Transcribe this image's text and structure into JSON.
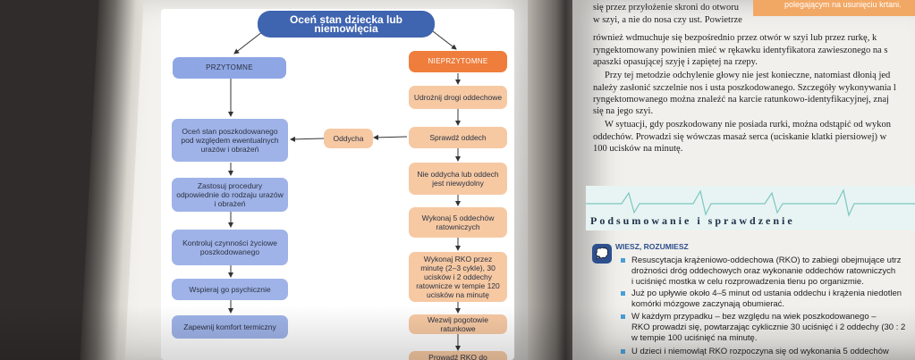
{
  "flowchart": {
    "title": "Oceń stan dziecka lub niemowlęcia",
    "left_branch": {
      "header": "PRZYTOMNE",
      "steps": [
        "Oceń stan poszkodowanego pod względem ewentualnych urazów i obrażeń",
        "Zastosuj procedury odpowiednie do rodzaju urazów i obrażeń",
        "Kontroluj czynności życiowe poszkodowanego",
        "Wspieraj go psychicznie",
        "Zapewnij komfort termiczny"
      ]
    },
    "right_branch": {
      "header": "NIEPRZYTOMNE",
      "steps": [
        "Udrożnij drogi oddechowe",
        "Sprawdź oddech",
        "Nie oddycha lub oddech jest niewydolny",
        "Wykonaj 5 oddechów ratowniczych",
        "Wykonaj RKO przez minutę (2–3 cykle), 30 ucisków i 2 oddechy ratownicze w tempie 120 ucisków na minutę",
        "Wezwij pogotowie ratunkowe",
        "Prowadź RKO do momentu"
      ]
    },
    "side_box": "Oddycha"
  },
  "right_page": {
    "callout": "polegającym na usunięciu krtani.",
    "paragraphs": [
      "się przez przyłożenie skroni do otworu",
      "w szyi, a nie do nosa czy ust. Powietrze",
      "również wdmuchuje się bezpośrednio przez otwór w szyi lub przez rurkę, k",
      "ryngektomowany powinien mieć w rękawku identyfikatora zawieszonego na s",
      "apaszki opasującej szyję i zapiętej na rzepy.",
      "Przy tej metodzie odchylenie głowy nie jest konieczne, natomiast dłonią jed",
      "należy zasłonić szczelnie nos i usta poszkodowanego. Szczegóły wykonywania l",
      "ryngektomowanego można znaleźć na karcie ratunkowo-identyfikacyjnej, znaj",
      "się na jego szyi.",
      "W sytuacji, gdy poszkodowany nie posiada rurki, można odstąpić od wykon",
      "oddechów. Prowadzi się wówczas masaż serca (uciskanie klatki piersiowej) w",
      "100 ucisków na minutę."
    ],
    "section_title": "Podsumowanie i sprawdzenie",
    "subsection_label": "WIESZ, ROZUMIESZ",
    "bullets": [
      [
        "Resuscytacja krążeniowo-oddechowa (RKO) to zabiegi obejmujące utrz",
        "drożności dróg oddechowych oraz wykonanie oddechów ratowniczych",
        "i uciśnięć mostka w celu rozprowadzenia tlenu po organizmie."
      ],
      [
        "Już po upływie około 4–5 minut od ustania oddechu i krążenia niedotlen",
        "komórki mózgowe zaczynają obumierać."
      ],
      [
        "W każdym przypadku – bez względu na wiek poszkodowanego –",
        "RKO prowadzi się, powtarzając cyklicznie 30 uciśnięć i 2 oddechy (30 : 2",
        "w tempie 100 uciśnięć na minutę."
      ],
      [
        "U dzieci i niemowląt RKO rozpoczyna się od wykonania 5 oddechów"
      ]
    ]
  },
  "colors": {
    "title_blue": "#3f64b0",
    "left_box": "#9fb3e8",
    "right_header": "#ef7d3c",
    "right_box": "#f6c9a3",
    "callout": "#f2a865"
  }
}
